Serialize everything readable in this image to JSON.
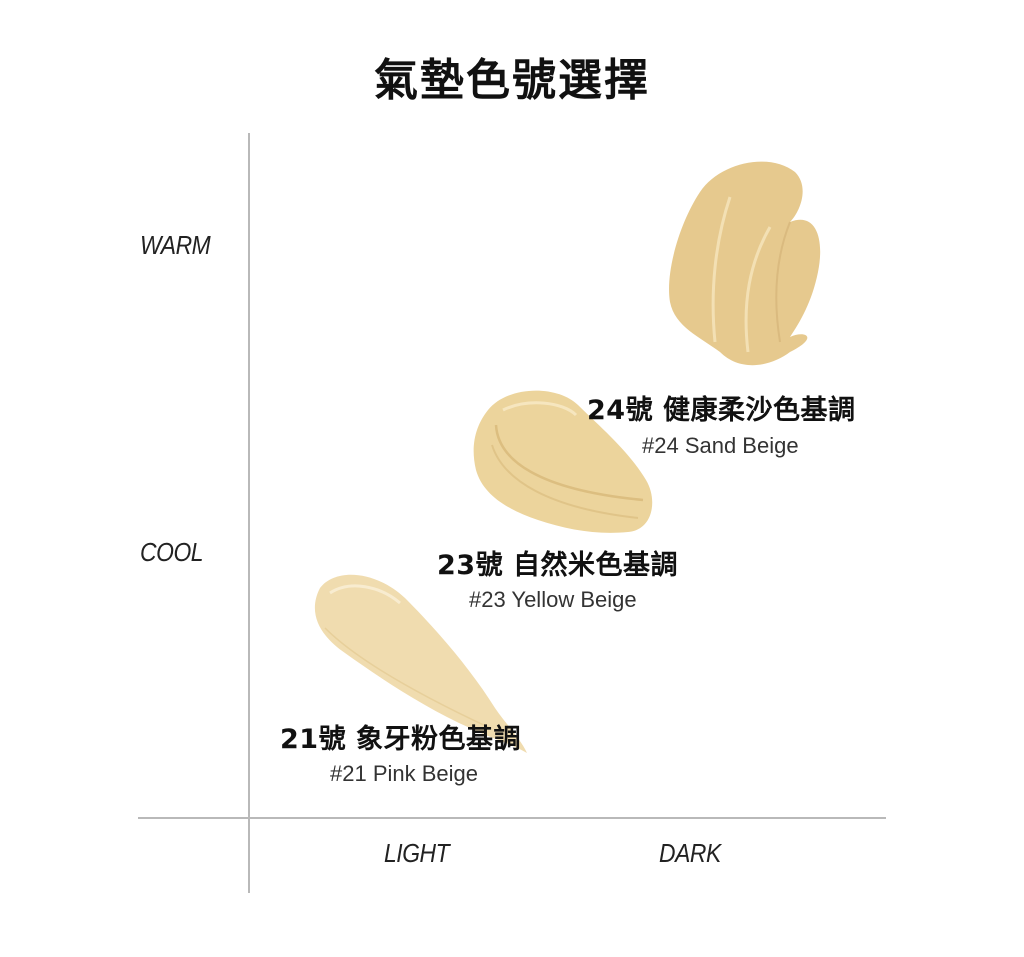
{
  "title": "氣墊色號選擇",
  "axes": {
    "y_labels": {
      "warm": "WARM",
      "cool": "COOL"
    },
    "x_labels": {
      "light": "LIGHT",
      "dark": "DARK"
    },
    "line_color": "#b9b9b9"
  },
  "shades": [
    {
      "cn": "21號 象牙粉色基調",
      "en": "#21 Pink Beige",
      "color": "#f0dcaf",
      "shade": "#e3c992"
    },
    {
      "cn": "23號 自然米色基調",
      "en": "#23 Yellow Beige",
      "color": "#ecd49c",
      "shade": "#dcbe80"
    },
    {
      "cn": "24號 健康柔沙色基調",
      "en": "#24 Sand Beige",
      "color": "#e6c98e",
      "shade": "#d2b175"
    }
  ]
}
